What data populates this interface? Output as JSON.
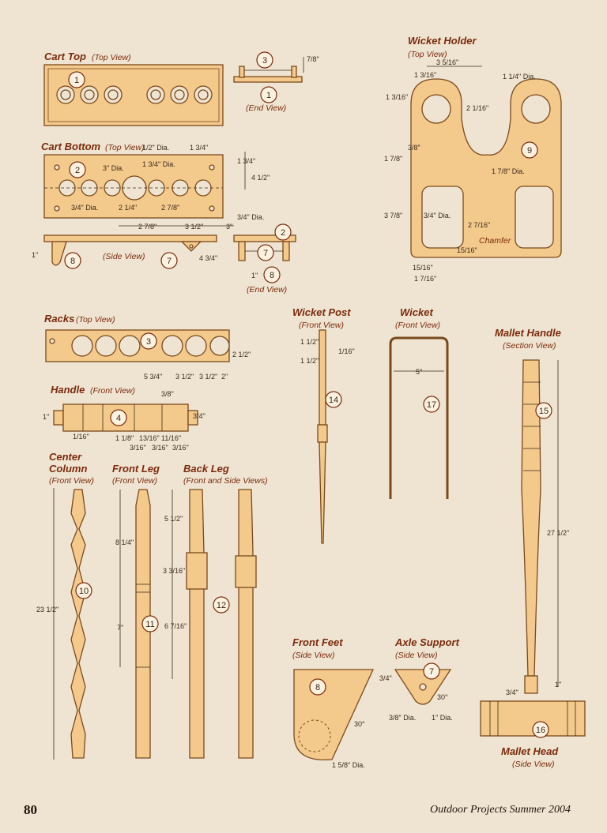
{
  "sections": {
    "cart_top": {
      "title": "Cart Top",
      "view": "(Top View)",
      "end_view": "(End View)"
    },
    "cart_bottom": {
      "title": "Cart Bottom",
      "view": "(Top View)",
      "side_view": "(Side View)",
      "end_view": "(End View)"
    },
    "racks": {
      "title": "Racks",
      "view": "(Top View)"
    },
    "handle": {
      "title": "Handle",
      "view": "(Front View)"
    },
    "center_column": {
      "title1": "Center",
      "title2": "Column",
      "view": "(Front View)"
    },
    "front_leg": {
      "title": "Front Leg",
      "view": "(Front View)"
    },
    "back_leg": {
      "title": "Back Leg",
      "view": "(Front and Side Views)"
    },
    "wicket_holder": {
      "title": "Wicket Holder",
      "view": "(Top View)"
    },
    "wicket_post": {
      "title": "Wicket Post",
      "view": "(Front View)"
    },
    "wicket": {
      "title": "Wicket",
      "view": "(Front View)"
    },
    "mallet_handle": {
      "title": "Mallet Handle",
      "view": "(Section View)"
    },
    "front_feet": {
      "title": "Front Feet",
      "view": "(Side View)"
    },
    "axle_support": {
      "title": "Axle Support",
      "view": "(Side View)"
    },
    "mallet_head": {
      "title": "Mallet Head",
      "view": "(Side View)"
    }
  },
  "callouts": [
    "1",
    "2",
    "3",
    "4",
    "7",
    "8",
    "9",
    "10",
    "11",
    "12",
    "14",
    "15",
    "16",
    "17"
  ],
  "dims": {
    "ct_end": "7/8\"",
    "cb_half_dia": "1/2\" Dia.",
    "cb_3dia": "3\" Dia.",
    "cb_1_3_4dia": "1 3/4\" Dia.",
    "cb_1_3_4": "1 3/4\"",
    "cb_1_3_4b": "1 3/4\"",
    "cb_4_1_2": "4 1/2\"",
    "cb_3_4dia": "3/4\" Dia.",
    "cb_2_1_4": "2 1/4\"",
    "cb_2_7_8": "2 7/8\"",
    "cb_3_4dia_b": "3/4\" Dia.",
    "cb_2_7_8b": "2 7/8\"",
    "cb_3_1_2": "3 1/2\"",
    "cb_3": "3\"",
    "cb_1": "1\"",
    "cb_4_3_4": "4 3/4\"",
    "cb_1_end": "1\"",
    "rk_2_1_2": "2 1/2\"",
    "rk_5_3_4": "5 3/4\"",
    "rk_3_1_2a": "3 1/2\"",
    "rk_3_1_2b": "3 1/2\"",
    "rk_2": "2\"",
    "hd_3_8": "3/8\"",
    "hd_1": "1\"",
    "hd_3_4": "3/4\"",
    "hd_1_16": "1/16\"",
    "hd_1_1_8": "1 1/8\"",
    "hd_13_16": "13/16\"",
    "hd_11_16": "11/16\"",
    "hd_3_16a": "3/16\"",
    "hd_3_16b": "3/16\"",
    "hd_3_16c": "3/16\"",
    "cc_23_1_2": "23 1/2\"",
    "fl_8_1_4": "8 1/4\"",
    "fl_7": "7\"",
    "bl_5_1_2": "5 1/2\"",
    "bl_3_3_16": "3 3/16\"",
    "bl_6_7_16": "6 7/16\"",
    "wh_3_5_16": "3 5/16\"",
    "wh_1_3_16": "1 3/16\"",
    "wh_1_1_4dia": "1 1/4\" Dia.",
    "wh_1_3_16b": "1 3/16\"",
    "wh_2_1_16": "2 1/16\"",
    "wh_3_8": "3/8\"",
    "wh_1_7_8": "1 7/8\"",
    "wh_1_7_8dia": "1 7/8\" Dia.",
    "wh_3_7_8": "3 7/8\"",
    "wh_3_4dia": "3/4\" Dia.",
    "wh_2_7_16": "2 7/16\"",
    "wh_chamfer": "Chamfer",
    "wh_15_16a": "15/16\"",
    "wh_15_16b": "15/16\"",
    "wh_1_7_16": "1 7/16\"",
    "wp_1_1_2a": "1 1/2\"",
    "wp_1_16": "1/16\"",
    "wp_1_1_2b": "1 1/2\"",
    "wk_5": "5\"",
    "mh_27_1_2": "27 1/2\"",
    "mh_1": "1\"",
    "mh_3_4": "3/4\"",
    "ff_30": "30°",
    "ff_1_5_8dia": "1 5/8\" Dia.",
    "as_3_4": "3/4\"",
    "as_30": "30°",
    "as_3_8dia": "3/8\" Dia.",
    "as_1dia": "1\" Dia."
  },
  "footer": {
    "page": "80",
    "magazine": "Outdoor Projects  Summer 2004"
  }
}
